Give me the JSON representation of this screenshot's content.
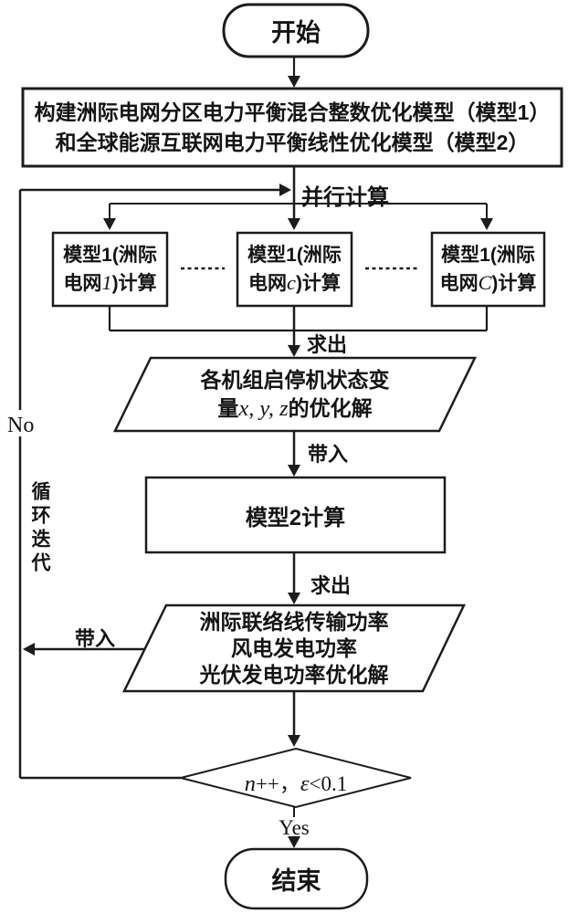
{
  "colors": {
    "stroke": "#1c1c1c",
    "background": "#ffffff",
    "text": "#141414"
  },
  "flowchart": {
    "start_label": "开始",
    "step1": {
      "line1": "构建洲际电网分区电力平衡混合整数优化模型（模型1）",
      "line2": "和全球能源互联网电力平衡线性优化模型（模型2）"
    },
    "labels": {
      "parallel_compute": "并行计算",
      "derive1": "求出",
      "substitute1": "带入",
      "derive2": "求出",
      "substitute2": "带入",
      "no": "No",
      "yes": "Yes",
      "loop_iterate": "循环迭代"
    },
    "model1_boxes": [
      {
        "line1": "模型1(洲际",
        "line2_pre": "电网",
        "line2_var": "1",
        "line2_post": ")计算"
      },
      {
        "line1": "模型1(洲际",
        "line2_pre": "电网",
        "line2_var": "c",
        "line2_post": ")计算"
      },
      {
        "line1": "模型1(洲际",
        "line2_pre": "电网",
        "line2_var": "C",
        "line2_post": ")计算"
      }
    ],
    "io1": {
      "line1": "各机组启停机状态变",
      "line2_pre": "量",
      "line2_var": "x, y, z",
      "line2_post": "的优化解"
    },
    "model2_label": "模型2计算",
    "io2": {
      "line1": "洲际联络线传输功率",
      "line2": "风电发电功率",
      "line3": "光伏发电功率优化解"
    },
    "decision": {
      "var1": "n",
      "mid": "++，",
      "var2": "ε",
      "tail": "<0.1"
    },
    "end_label": "结束"
  }
}
